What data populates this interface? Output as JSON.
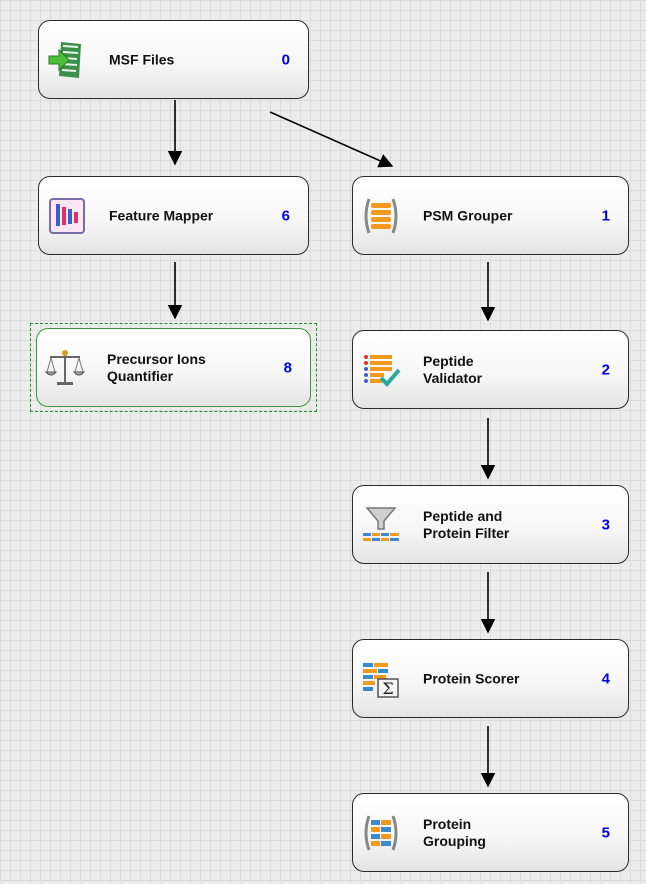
{
  "nodes": [
    {
      "id": "msf",
      "label": "MSF Files",
      "number": "0",
      "icon": "msf-files-icon"
    },
    {
      "id": "feature",
      "label": "Feature Mapper",
      "number": "6",
      "icon": "feature-mapper-icon"
    },
    {
      "id": "psm",
      "label": "PSM Grouper",
      "number": "1",
      "icon": "psm-grouper-icon"
    },
    {
      "id": "precursor",
      "label": "Precursor Ions\nQuantifier",
      "number": "8",
      "icon": "balance-scale-icon",
      "selected": true
    },
    {
      "id": "validator",
      "label": "Peptide\nValidator",
      "number": "2",
      "icon": "peptide-validator-icon"
    },
    {
      "id": "filter",
      "label": "Peptide and\nProtein Filter",
      "number": "3",
      "icon": "funnel-filter-icon"
    },
    {
      "id": "scorer",
      "label": "Protein Scorer",
      "number": "4",
      "icon": "sigma-scorer-icon"
    },
    {
      "id": "grouping",
      "label": "Protein\nGrouping",
      "number": "5",
      "icon": "protein-grouping-icon"
    }
  ],
  "connections": [
    [
      "msf",
      "feature"
    ],
    [
      "msf",
      "psm"
    ],
    [
      "feature",
      "precursor"
    ],
    [
      "psm",
      "validator"
    ],
    [
      "validator",
      "filter"
    ],
    [
      "filter",
      "scorer"
    ],
    [
      "scorer",
      "grouping"
    ]
  ],
  "colors": {
    "number": "#0000e6",
    "selection": "#2e8b2e",
    "border": "#2a2a2a"
  }
}
